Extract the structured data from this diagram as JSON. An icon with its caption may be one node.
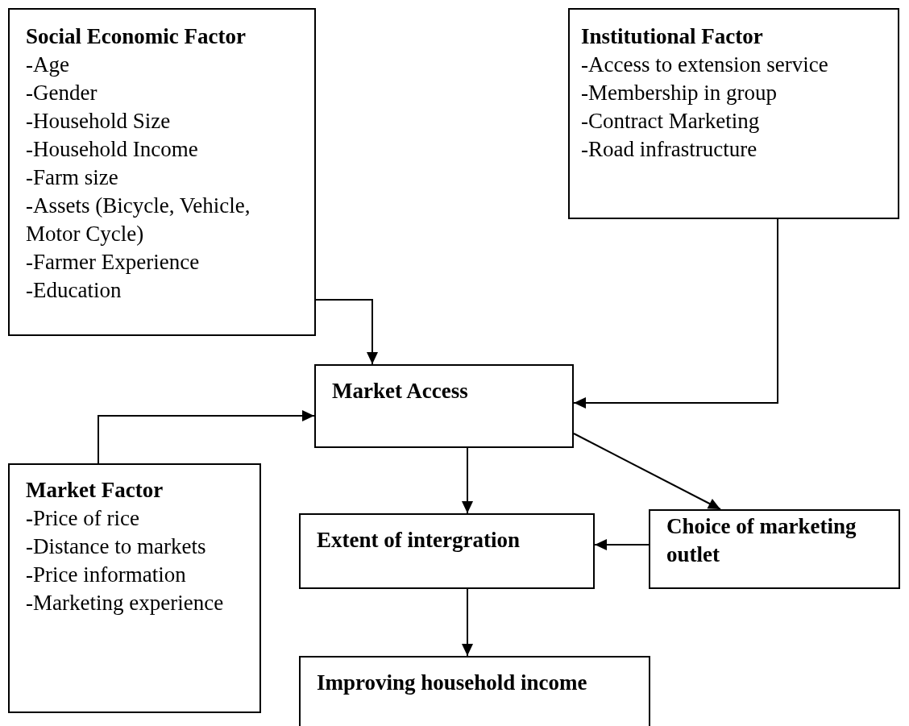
{
  "diagram": {
    "nodes": [
      {
        "text": [
          "Social Economic Factor",
          "-Age",
          "-Gender",
          "-Household Size",
          "-Household Income",
          "-Farm size",
          "-Assets (Bicycle, Vehicle, Motor Cycle)",
          "-Farmer Experience",
          "-Education"
        ]
      },
      {
        "text": [
          "Institutional Factor",
          "-Access to extension service",
          "-Membership in group",
          "-Contract Marketing",
          "-Road infrastructure"
        ]
      },
      {
        "text": [
          "Market Access"
        ]
      },
      {
        "text": [
          "Market Factor",
          "**-**Price of rice",
          "-Distance to markets",
          "-Price information",
          "-Marketing experience"
        ]
      },
      {
        "text": [
          "Extent of intergration"
        ]
      },
      {
        "text": [
          "Choice of marketing outlet"
        ]
      },
      {
        "text": [
          "Improving household income"
        ]
      }
    ],
    "edges": [
      {
        "from": 0,
        "to": 2,
        "arrow": "to"
      },
      {
        "from": 1,
        "to": 2,
        "arrow": "to"
      },
      {
        "from": 3,
        "to": 2,
        "arrow": "to"
      },
      {
        "from": 2,
        "to": 4,
        "arrow": "to"
      },
      {
        "from": 2,
        "to": 5,
        "arrow": "to"
      },
      {
        "from": 5,
        "to": 4,
        "arrow": "to"
      },
      {
        "from": 4,
        "to": 6,
        "arrow": "to"
      }
    ]
  }
}
